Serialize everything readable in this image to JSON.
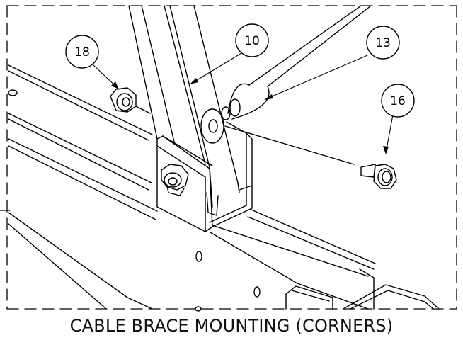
{
  "caption": "CABLE BRACE MOUNTING (CORNERS)",
  "callouts": [
    {
      "id": "callout-18",
      "label": "18"
    },
    {
      "id": "callout-10",
      "label": "10"
    },
    {
      "id": "callout-13",
      "label": "13"
    },
    {
      "id": "callout-16",
      "label": "16"
    }
  ]
}
